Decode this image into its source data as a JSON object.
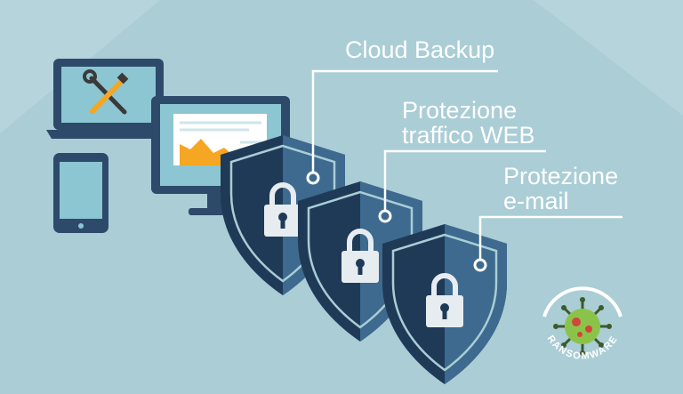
{
  "labels": {
    "cloud_backup": "Cloud Backup",
    "web_line1": "Protezione",
    "web_line2": "traffico WEB",
    "email_line1": "Protezione",
    "email_line2": "e-mail"
  },
  "badge": {
    "text": "RANSOMWARE"
  },
  "colors": {
    "background": "#aacdd6",
    "device_dark": "#2e4a6b",
    "screen": "#8cc6d3",
    "shield_dark": "#1f3a57",
    "shield_light": "#3d6a8e",
    "accent_orange": "#f5a623",
    "virus_green": "#8bc34a"
  }
}
